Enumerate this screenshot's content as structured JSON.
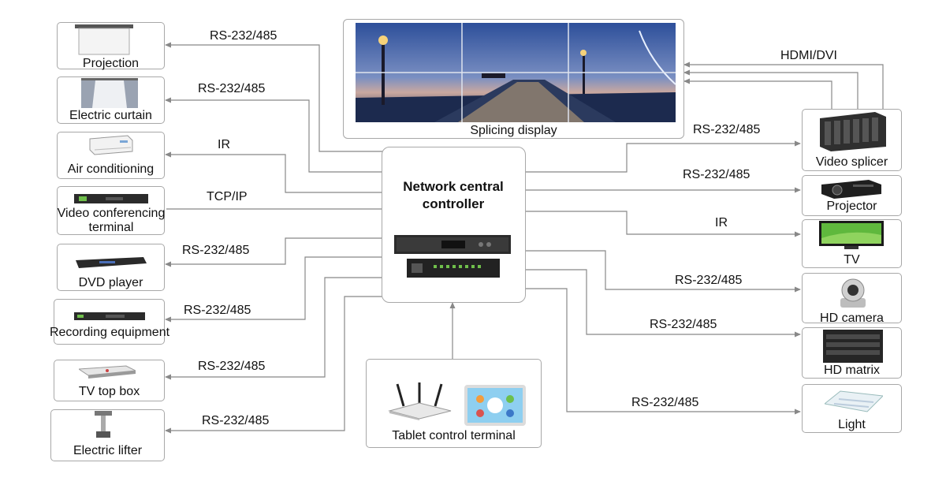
{
  "center": {
    "title": "Network central controller"
  },
  "display": {
    "label": "Splicing display"
  },
  "tablet": {
    "label": "Tablet control terminal"
  },
  "left_devices": [
    {
      "label": "Projection",
      "protocol": "RS-232/485"
    },
    {
      "label": "Electric curtain",
      "protocol": "RS-232/485"
    },
    {
      "label": "Air conditioning",
      "protocol": "IR"
    },
    {
      "label": "Video conferencing terminal",
      "protocol": "TCP/IP"
    },
    {
      "label": "DVD player",
      "protocol": "RS-232/485"
    },
    {
      "label": "Recording equipment",
      "protocol": "RS-232/485"
    },
    {
      "label": "TV top box",
      "protocol": "RS-232/485"
    },
    {
      "label": "Electric lifter",
      "protocol": "RS-232/485"
    }
  ],
  "right_devices": [
    {
      "label": "Video splicer",
      "protocol": "RS-232/485"
    },
    {
      "label": "Projector",
      "protocol": "RS-232/485"
    },
    {
      "label": "TV",
      "protocol": "IR"
    },
    {
      "label": "HD camera",
      "protocol": "RS-232/485"
    },
    {
      "label": "HD matrix",
      "protocol": "RS-232/485"
    },
    {
      "label": "Light",
      "protocol": "RS-232/485"
    }
  ],
  "hdmi_link": {
    "protocol": "HDMI/DVI"
  },
  "colors": {
    "line": "#888888",
    "border": "#a8a8a8",
    "device_dark": "#2b2b2b",
    "sky": "#3b5a9a"
  }
}
